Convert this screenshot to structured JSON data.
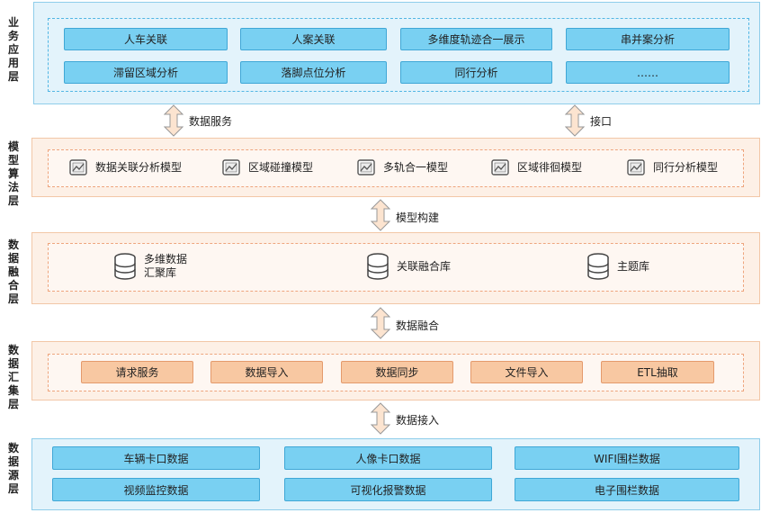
{
  "layers": {
    "app": {
      "label": "业务应用层",
      "items": [
        "人车关联",
        "人案关联",
        "多维度轨迹合一展示",
        "串并案分析",
        "滞留区域分析",
        "落脚点位分析",
        "同行分析",
        "……"
      ]
    },
    "model": {
      "label": "模型算法层",
      "items": [
        "数据关联分析模型",
        "区域碰撞模型",
        "多轨合一模型",
        "区域徘徊模型",
        "同行分析模型"
      ]
    },
    "fusion": {
      "label": "数据融合层",
      "items": [
        "多维数据汇聚库",
        "关联融合库",
        "主题库"
      ]
    },
    "collect": {
      "label": "数据汇集层",
      "items": [
        "请求服务",
        "数据导入",
        "数据同步",
        "文件导入",
        "ETL抽取"
      ]
    },
    "source": {
      "label": "数据源层",
      "items": [
        "车辆卡口数据",
        "人像卡口数据",
        "WIFI围栏数据",
        "视频监控数据",
        "可视化报警数据",
        "电子围栏数据"
      ]
    }
  },
  "arrows": {
    "data_service": "数据服务",
    "interface": "接口",
    "model_build": "模型构建",
    "data_fusion": "数据融合",
    "data_access": "数据接入"
  },
  "colors": {
    "blue_fill": "#79d0f2",
    "blue_panel": "#e3f3fb",
    "orange_fill": "#f8c8a2",
    "orange_panel": "#fdf0e6",
    "arrow_fill": "#fce4d0"
  },
  "icons": {
    "model_item": "chart-box-icon",
    "fusion_item": "database-icon",
    "arrow": "double-arrow-icon"
  }
}
